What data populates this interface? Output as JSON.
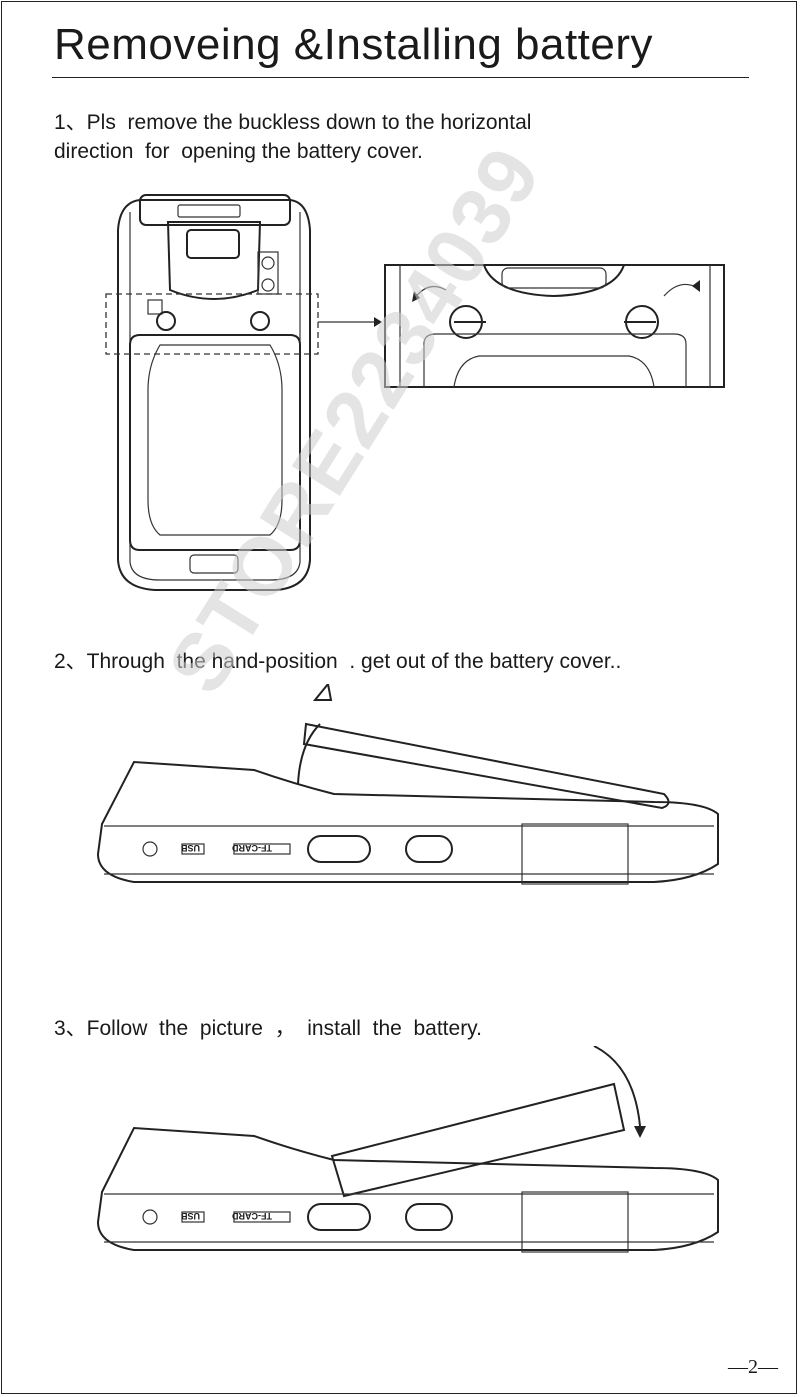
{
  "page": {
    "title": "Removeing &Installing battery",
    "page_number": "—2—"
  },
  "steps": [
    {
      "line1": "1、Pls  remove the buckless down to the horizontal",
      "line2": "direction  for  opening the battery cover."
    },
    {
      "line1": "2、Through  the hand-position  . get out of the battery cover.."
    },
    {
      "line1": "3、Follow  the  picture  ，  install  the  battery."
    }
  ],
  "device_labels": {
    "usb": "USB",
    "tf_card": "TF-CARD"
  },
  "watermark": "STORE2234039"
}
